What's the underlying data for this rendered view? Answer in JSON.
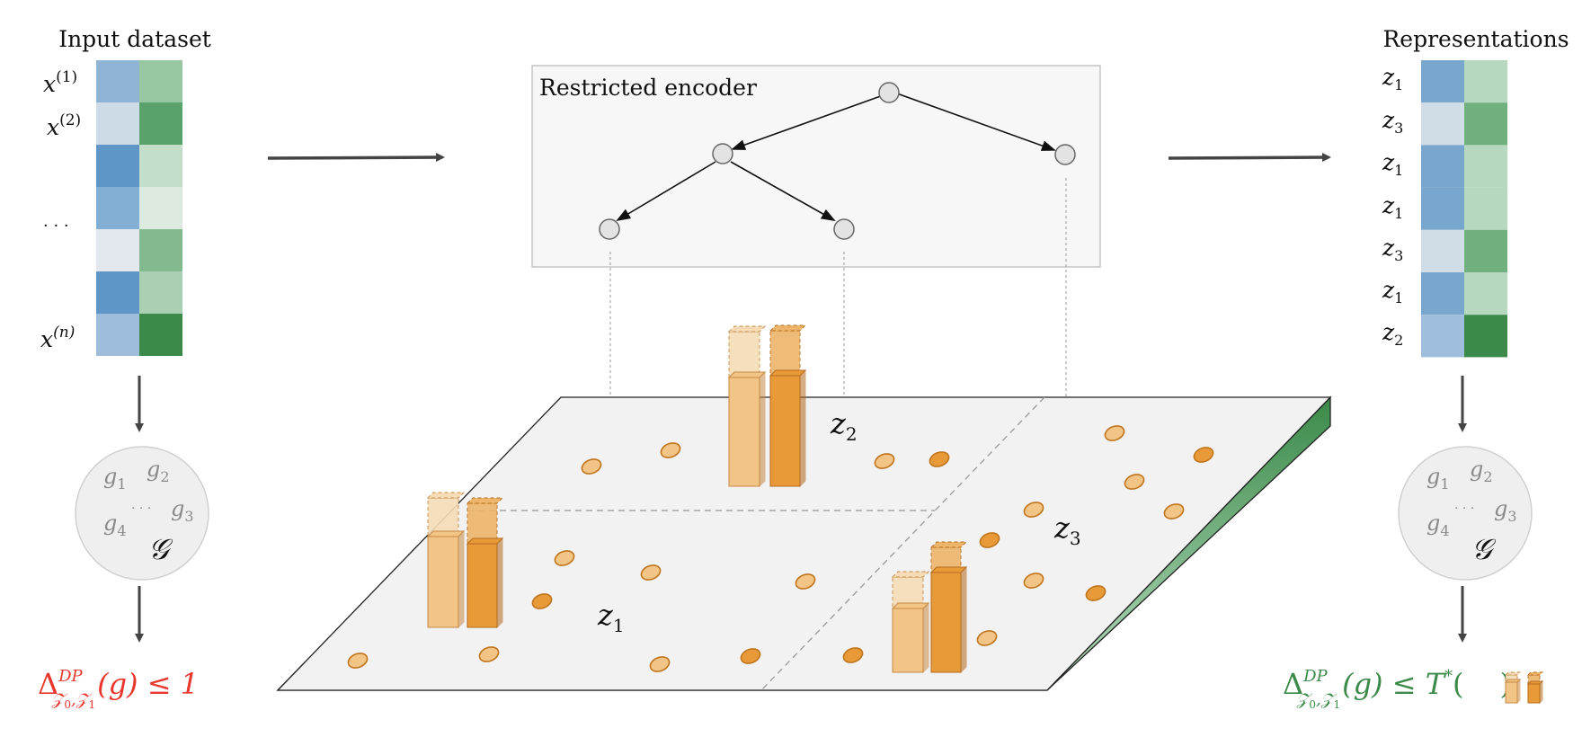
{
  "left": {
    "title": "Input dataset",
    "row_labels": [
      "x",
      "(1)",
      "x",
      "(2)",
      "· · ·",
      "x",
      "(n)"
    ],
    "matrix_blue": [
      "#8fb4d6",
      "#cddbe6",
      "#6096c7",
      "#84afd4",
      "#e3e8ee",
      "#6096c7",
      "#9dbdda"
    ],
    "matrix_green": [
      "#98c7a1",
      "#5aa26b",
      "#c4dfc9",
      "#dceadf",
      "#82b98e",
      "#a9d0b2",
      "#3b8a49"
    ],
    "group": {
      "g1": "g",
      "s1": "1",
      "g2": "g",
      "s2": "2",
      "g3": "g",
      "s3": "3",
      "g4": "g",
      "s4": "4",
      "dots": "· · ·",
      "G": "𝒢"
    },
    "formula": {
      "delta": "Δ",
      "sup": "DP",
      "sub": "𝒵",
      "sub0": "0",
      ",": ",",
      "sub1": "1",
      "rest": "(g) ≤ 1"
    },
    "formula_color": "#e8382d"
  },
  "encoder": {
    "title": "Restricted encoder"
  },
  "plane": {
    "z1": {
      "z": "z",
      "i": "1"
    },
    "z2": {
      "z": "z",
      "i": "2"
    },
    "z3": {
      "z": "z",
      "i": "3"
    }
  },
  "right": {
    "title": "Representations",
    "rows": [
      {
        "z": "z",
        "i": "1"
      },
      {
        "z": "z",
        "i": "3"
      },
      {
        "z": "z",
        "i": "1"
      },
      {
        "z": "z",
        "i": "1"
      },
      {
        "z": "z",
        "i": "3"
      },
      {
        "z": "z",
        "i": "1"
      },
      {
        "z": "z",
        "i": "2"
      }
    ],
    "matrix_blue": [
      "#79a6cd",
      "#d0dde7",
      "#79a6cd",
      "#79a6cd",
      "#d0dde7",
      "#79a6cd",
      "#9fbedb"
    ],
    "matrix_green": [
      "#b6d8be",
      "#70b07f",
      "#b6d8be",
      "#b6d8be",
      "#70b07f",
      "#b6d8be",
      "#3b8a49"
    ],
    "group": {
      "g1": "g",
      "s1": "1",
      "g2": "g",
      "s2": "2",
      "g3": "g",
      "s3": "3",
      "g4": "g",
      "s4": "4",
      "dots": "· · ·",
      "G": "𝒢"
    },
    "formula": {
      "delta": "Δ",
      "sup": "DP",
      "sub": "𝒵",
      "sub0": "0",
      ",": ",",
      "sub1": "1",
      "rest": "(g) ≤ T",
      "star": "*",
      "open": "(",
      "close": ")"
    },
    "formula_color": "#3b8a49"
  },
  "colors": {
    "orange_light": "#f2c485",
    "orange_dark": "#e89a38",
    "arrow": "#444444"
  }
}
